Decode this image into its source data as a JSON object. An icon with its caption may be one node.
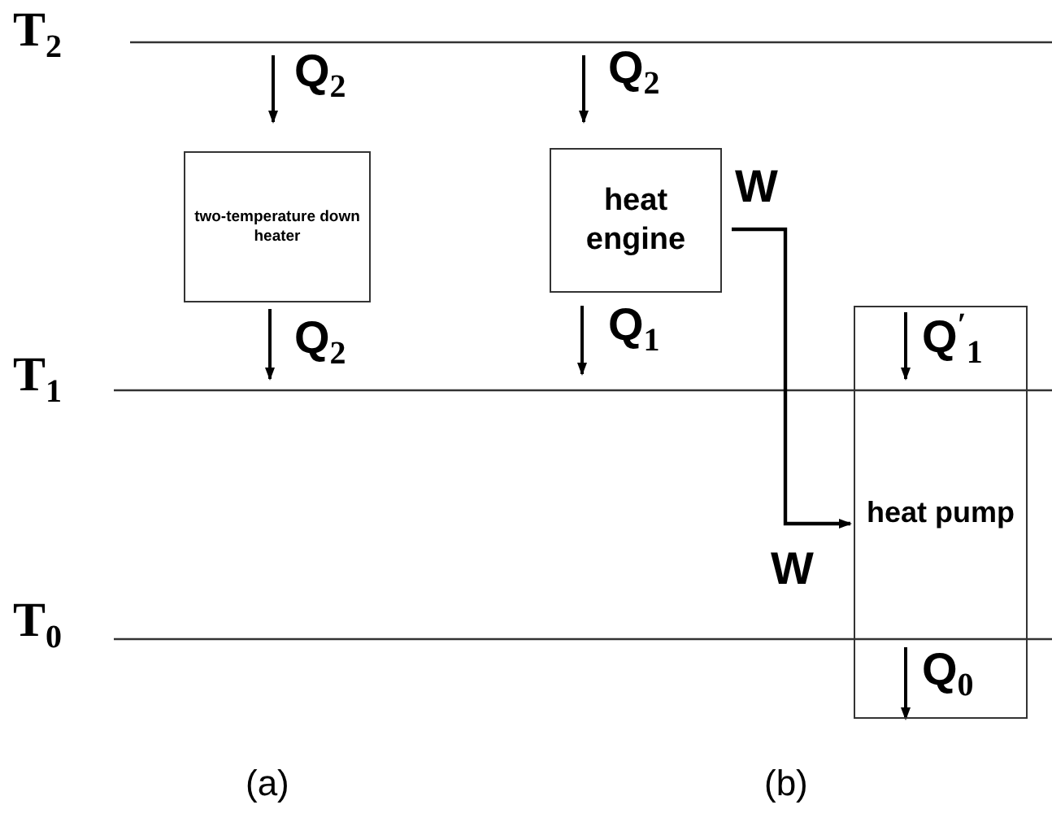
{
  "diagram": {
    "nodes": [
      {
        "text": [
          "two-temperature down heater"
        ]
      },
      {
        "text": [
          "heat engine"
        ]
      },
      {
        "text": [
          "heat pump"
        ]
      }
    ],
    "edges": [
      {
        "from": 1,
        "to": 2,
        "arrow": "to"
      }
    ],
    "labels": [
      "T$_{2}$",
      "Q$_{2}$",
      "Q$_{2}$",
      "W",
      "Q$_{2}$",
      "Q$_{1}$",
      "Q$^{′}$$_{1}$",
      "T$_{1}$",
      "W",
      "T$_{0}$",
      "Q$_{0}$",
      "(a)",
      "(b)"
    ]
  }
}
